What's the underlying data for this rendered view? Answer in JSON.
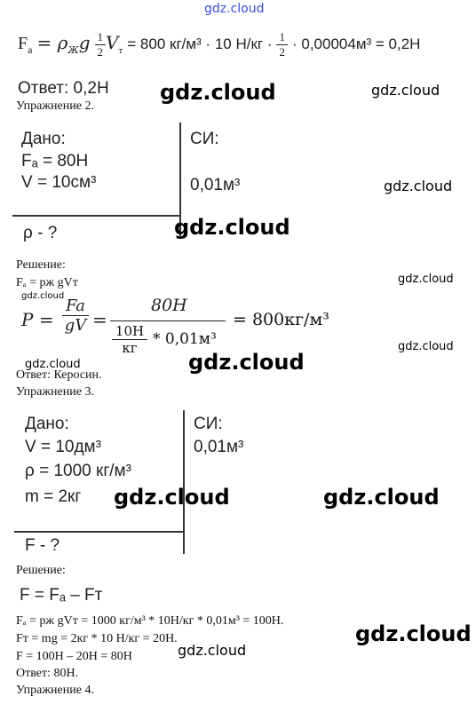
{
  "watermarks": {
    "top": "gdz.cloud",
    "text": "gdz.cloud"
  },
  "ex1": {
    "formula_start": "F",
    "formula_sub": "а",
    "formula_eq": "= ρ",
    "formula_rho_sub": "Ж",
    "formula_g": "g",
    "formula_half_num": "1",
    "formula_half_den": "2",
    "formula_v": "V",
    "formula_v_sub": "т",
    "formula_rest": "= 800 кг/м³ · 10 Н/кг ·",
    "formula_tail": "· 0,00004м³ = 0,2Н",
    "answer": "Ответ: 0,2Н"
  },
  "ex2": {
    "heading": "Упражнение 2.",
    "given_title": "Дано:",
    "given_1": "Fₐ = 80Н",
    "given_2": "V = 10см³",
    "si_title": "СИ:",
    "si_1": "0,01м³",
    "find": "ρ - ?",
    "solution": "Решение:",
    "formula": "Fₐ = pж gVт",
    "calc_lhs": "P =",
    "calc_frac_num": "Fa",
    "calc_frac_den": "gV",
    "calc_eq": "=",
    "calc_num": "80H",
    "calc_den_num": "10H",
    "calc_den_den": "кг",
    "calc_den_mult": "* 0,01м³",
    "calc_result": "= 800кг/м³",
    "answer": "Ответ: Керосин."
  },
  "ex3": {
    "heading": "Упражнение 3.",
    "given_title": "Дано:",
    "given_1": "V = 10дм³",
    "given_2": "ρ = 1000 кг/м³",
    "given_3": "m = 2кг",
    "si_title": "СИ:",
    "si_1": "0,01м³",
    "find": "F - ?",
    "solution": "Решение:",
    "formula_main": "F = Fₐ – Fт",
    "line_1": "Fₐ = pж gVт = 1000 кг/м³ * 10Н/кг * 0,01м³ = 100Н.",
    "line_2": "Fт = mg = 2кг * 10 Н/кг = 20Н.",
    "line_3": "F = 100Н – 20Н = 80Н",
    "answer": "Ответ: 80Н."
  },
  "ex4": {
    "heading": "Упражнение 4."
  }
}
